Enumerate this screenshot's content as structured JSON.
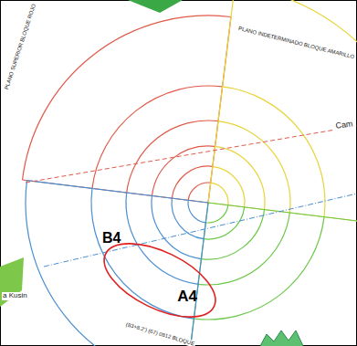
{
  "diagram": {
    "nodes": [
      {
        "text": [
          "A4"
        ]
      }
    ],
    "labels": [
      "PLANO SUPERIOR BLOQUE ROJO",
      "PLANO INDETERMINADO BLOQUE AMARILLO",
      "Cam",
      "a Kusin",
      "(83+8.2') (67) 0812 BLOQUE",
      "B4"
    ]
  }
}
